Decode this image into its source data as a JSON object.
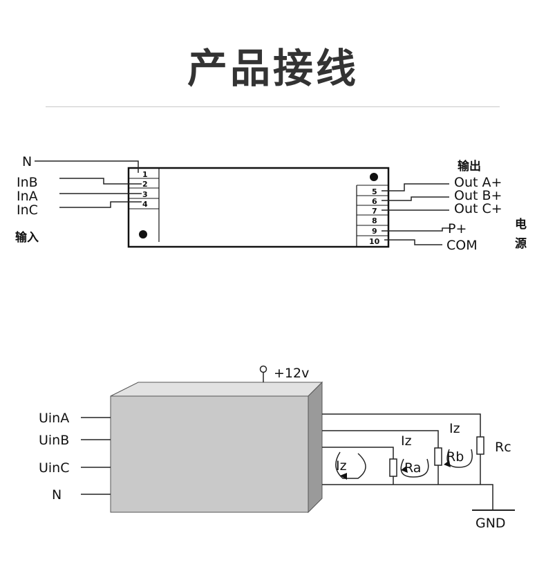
{
  "title": "产品接线",
  "top_diagram": {
    "left_labels": {
      "n": "N",
      "inb": "InB",
      "ina": "InA",
      "inc": "InC",
      "input": "输入"
    },
    "left_pins": [
      "1",
      "2",
      "3",
      "4"
    ],
    "right_pins": [
      "5",
      "6",
      "7",
      "8",
      "9",
      "10"
    ],
    "right_labels": {
      "output": "输出",
      "out_a": "Out A+",
      "out_b": "Out B+",
      "out_c": "Out C+",
      "p_plus": "P+",
      "com": "COM",
      "power_1": "电",
      "power_2": "源"
    }
  },
  "bottom_diagram": {
    "supply": "+12v",
    "inputs": [
      "UinA",
      "UinB",
      "UinC",
      "N"
    ],
    "current_labels": [
      "Iz",
      "Iz",
      "Iz"
    ],
    "resistors": [
      "Ra",
      "Rb",
      "Rc"
    ],
    "ground": "GND"
  }
}
